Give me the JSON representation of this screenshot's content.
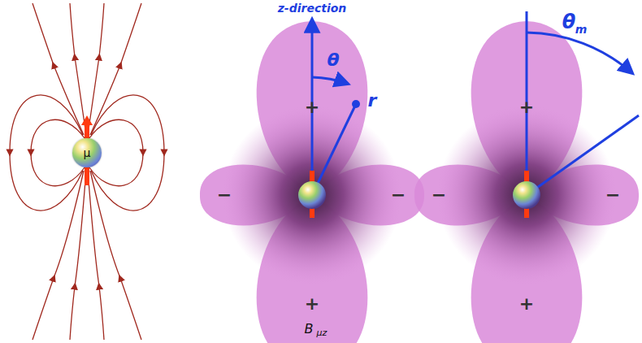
{
  "diagram": {
    "nodes": [
      {
        "text": [
          "μ"
        ]
      }
    ],
    "labels": [
      "z-direction",
      "θ",
      "r",
      "θ",
      "m",
      "+",
      "−",
      "−",
      "+",
      "B",
      "μz",
      "+",
      "−",
      "−",
      "+"
    ]
  }
}
